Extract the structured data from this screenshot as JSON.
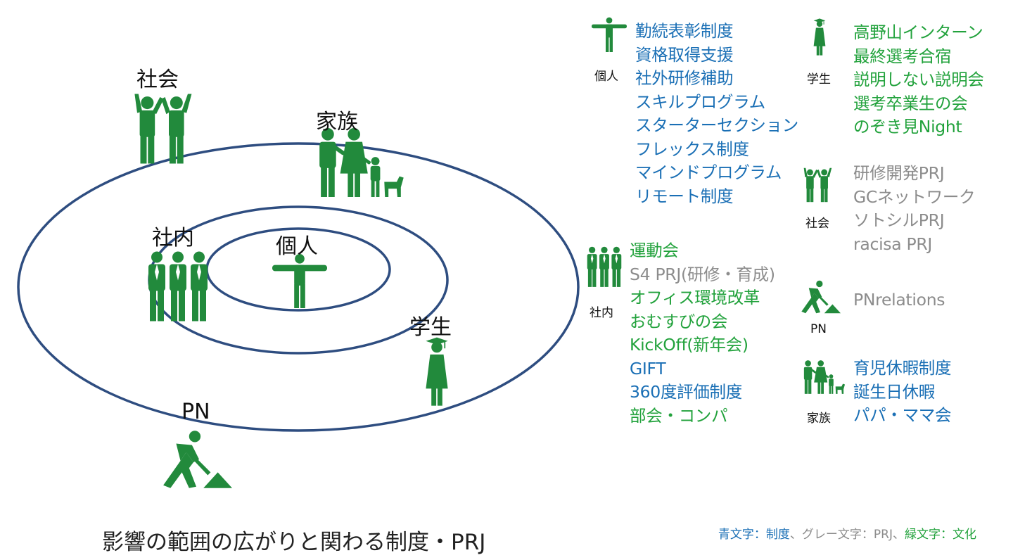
{
  "colors": {
    "blue": "#1a6fb5",
    "gray": "#8c8c8c",
    "green": "#22a23c",
    "icon": "#228a3c",
    "ring": "#2e4d80"
  },
  "rings": {
    "labels": {
      "individual": "個人",
      "company": "社内",
      "family": "家族",
      "society": "社会",
      "student": "学生",
      "pn": "PN"
    }
  },
  "groups": {
    "individual": {
      "caption": "個人",
      "items": [
        {
          "text": "勤続表彰制度",
          "color": "blue"
        },
        {
          "text": "資格取得支援",
          "color": "blue"
        },
        {
          "text": "社外研修補助",
          "color": "blue"
        },
        {
          "text": "スキルプログラム",
          "color": "blue"
        },
        {
          "text": "スターターセクション",
          "color": "blue"
        },
        {
          "text": "フレックス制度",
          "color": "blue"
        },
        {
          "text": "マインドプログラム",
          "color": "blue"
        },
        {
          "text": "リモート制度",
          "color": "blue"
        }
      ]
    },
    "company": {
      "caption": "社内",
      "items": [
        {
          "text": "運動会",
          "color": "green"
        },
        {
          "text": "S4 PRJ(研修・育成)",
          "color": "gray"
        },
        {
          "text": "オフィス環境改革",
          "color": "green"
        },
        {
          "text": "おむすびの会",
          "color": "green"
        },
        {
          "text": "KickOff(新年会)",
          "color": "green"
        },
        {
          "text": "GIFT",
          "color": "blue"
        },
        {
          "text": "360度評価制度",
          "color": "blue"
        },
        {
          "text": "部会・コンパ",
          "color": "green"
        }
      ]
    },
    "student": {
      "caption": "学生",
      "items": [
        {
          "text": "高野山インターン",
          "color": "green"
        },
        {
          "text": "最終選考合宿",
          "color": "green"
        },
        {
          "text": "説明しない説明会",
          "color": "green"
        },
        {
          "text": "選考卒業生の会",
          "color": "green"
        },
        {
          "text": "のぞき見Night",
          "color": "green"
        }
      ]
    },
    "society": {
      "caption": "社会",
      "items": [
        {
          "text": "研修開発PRJ",
          "color": "gray"
        },
        {
          "text": "GCネットワーク",
          "color": "gray"
        },
        {
          "text": "ソトシルPRJ",
          "color": "gray"
        },
        {
          "text": "racisa PRJ",
          "color": "gray"
        }
      ]
    },
    "pn": {
      "caption": "PN",
      "items": [
        {
          "text": "PNrelations",
          "color": "gray"
        }
      ]
    },
    "family": {
      "caption": "家族",
      "items": [
        {
          "text": "育児休暇制度",
          "color": "blue"
        },
        {
          "text": "誕生日休暇",
          "color": "blue"
        },
        {
          "text": "パパ・ママ会",
          "color": "blue"
        }
      ]
    }
  },
  "footer": {
    "caption": "影響の範囲の広がりと関わる制度・PRJ",
    "legend": {
      "blue_key": "青文字",
      "blue_value": "制度",
      "sep1": "、",
      "gray_key": "グレー文字",
      "gray_value": "PRJ",
      "sep2": "、",
      "green_key": "緑文字",
      "green_value": "文化",
      "colon": "："
    }
  }
}
